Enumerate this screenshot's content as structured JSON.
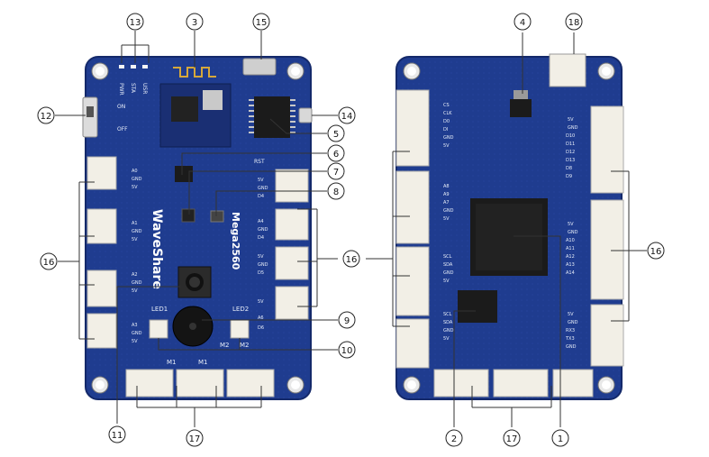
{
  "callouts": {
    "n1": "1",
    "n2": "2",
    "n3": "3",
    "n4": "4",
    "n5": "5",
    "n6": "6",
    "n7": "7",
    "n8": "8",
    "n9": "9",
    "n10": "10",
    "n11": "11",
    "n12": "12",
    "n13": "13",
    "n14": "14",
    "n15": "15",
    "n16": "16",
    "n17": "17",
    "n18": "18"
  },
  "board_front": {
    "brand": "WaveShare",
    "model": "Mega2560",
    "indicator_labels": [
      "PWR",
      "STA",
      "USR"
    ],
    "switch_labels": [
      "ON",
      "OFF"
    ],
    "rst_label": "RST",
    "led1_label": "LED1",
    "led2_label": "LED2",
    "motor_labels": [
      "M1",
      "M1",
      "M2",
      "M2"
    ],
    "left_pins": [
      [
        "A0",
        "GND",
        "5V"
      ],
      [
        "A1",
        "GND",
        "5V"
      ],
      [
        "A2",
        "GND",
        "5V"
      ],
      [
        "A3",
        "GND",
        "5V"
      ]
    ],
    "right_pins": [
      [
        "5V",
        "GND",
        "D4"
      ],
      [
        "A4",
        "GND",
        "D4"
      ],
      [
        "5V",
        "GND",
        "D5"
      ],
      [
        "5V",
        "A6",
        "D6"
      ]
    ]
  },
  "board_back": {
    "left_pins": [
      "CS",
      "CLK",
      "D0",
      "DI",
      "GND",
      "5V",
      "A8",
      "A9",
      "A7",
      "GND",
      "5V",
      "SCL",
      "SDA",
      "GND",
      "5V",
      "SCL",
      "SDA",
      "GND",
      "5V"
    ],
    "right_pins": [
      "5V",
      "GND",
      "D10",
      "D11",
      "D12",
      "D13",
      "D8",
      "D9",
      "5V",
      "GND",
      "A10",
      "A11",
      "A12",
      "A13",
      "A14",
      "5V",
      "GND",
      "RX3",
      "TX3",
      "GND"
    ]
  },
  "colors": {
    "pcb": "#1f3c8f",
    "pcb_dark": "#162c6d",
    "connector": "#f2efe6",
    "chip": "#1b1b1b",
    "leader": "#333333"
  }
}
